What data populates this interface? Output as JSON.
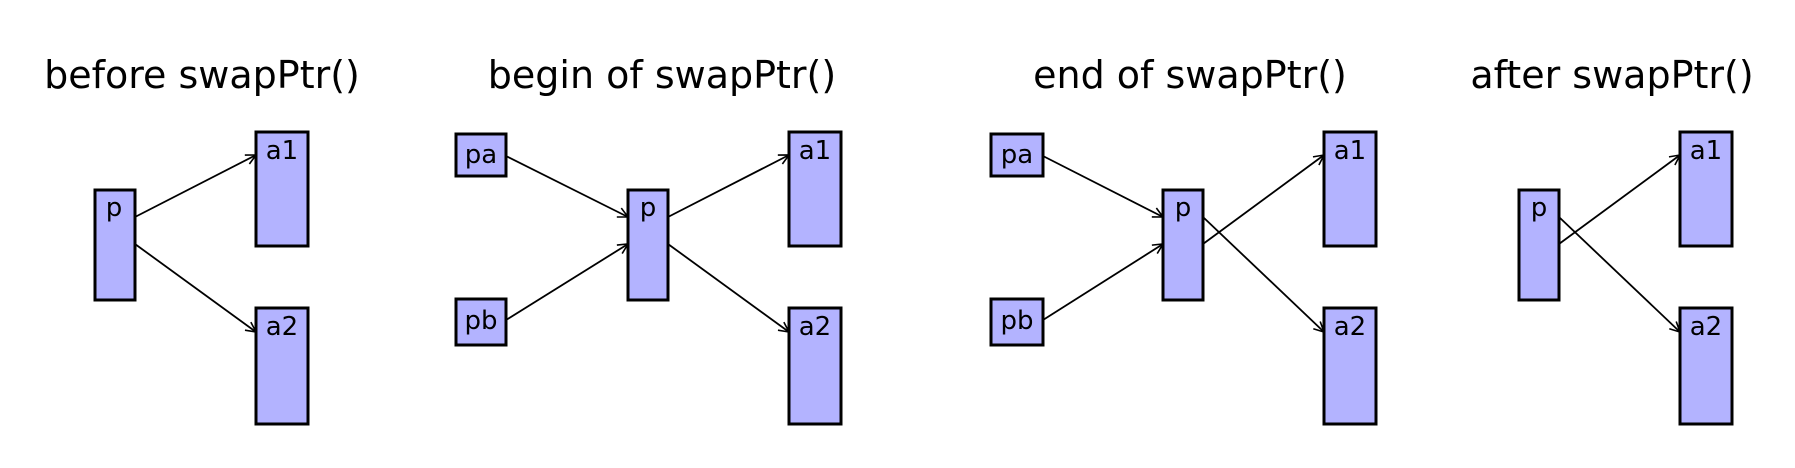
{
  "panels": [
    {
      "title": "before swapPtr()",
      "nodes": {
        "p": "p",
        "a1": "a1",
        "a2": "a2"
      }
    },
    {
      "title": "begin of swapPtr()",
      "nodes": {
        "pa": "pa",
        "pb": "pb",
        "p": "p",
        "a1": "a1",
        "a2": "a2"
      }
    },
    {
      "title": "end of swapPtr()",
      "nodes": {
        "pa": "pa",
        "pb": "pb",
        "p": "p",
        "a1": "a1",
        "a2": "a2"
      }
    },
    {
      "title": "after swapPtr()",
      "nodes": {
        "p": "p",
        "a1": "a1",
        "a2": "a2"
      }
    }
  ],
  "colors": {
    "box_fill": "#b3b3ff",
    "stroke": "#000000"
  }
}
